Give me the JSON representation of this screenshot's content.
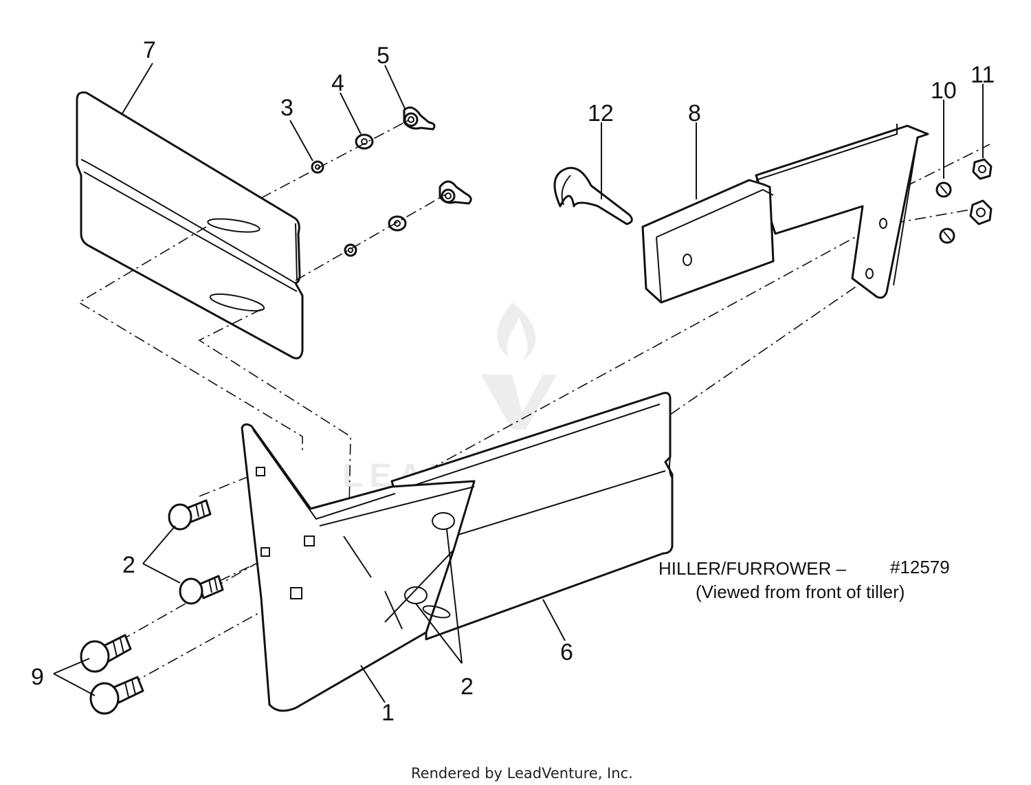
{
  "diagram": {
    "title": "HILLER/FURROWER –",
    "drawing_number": "#12579",
    "subtitle": "(Viewed from front of tiller)",
    "footer": "Rendered by LeadVenture, Inc.",
    "watermark": "LEADVENTURE"
  },
  "callouts": [
    {
      "id": "1",
      "label": "1"
    },
    {
      "id": "2a",
      "label": "2"
    },
    {
      "id": "2b",
      "label": "2"
    },
    {
      "id": "3",
      "label": "3"
    },
    {
      "id": "4",
      "label": "4"
    },
    {
      "id": "5",
      "label": "5"
    },
    {
      "id": "6",
      "label": "6"
    },
    {
      "id": "7",
      "label": "7"
    },
    {
      "id": "8",
      "label": "8"
    },
    {
      "id": "9",
      "label": "9"
    },
    {
      "id": "10",
      "label": "10"
    },
    {
      "id": "11",
      "label": "11"
    },
    {
      "id": "12",
      "label": "12"
    }
  ]
}
